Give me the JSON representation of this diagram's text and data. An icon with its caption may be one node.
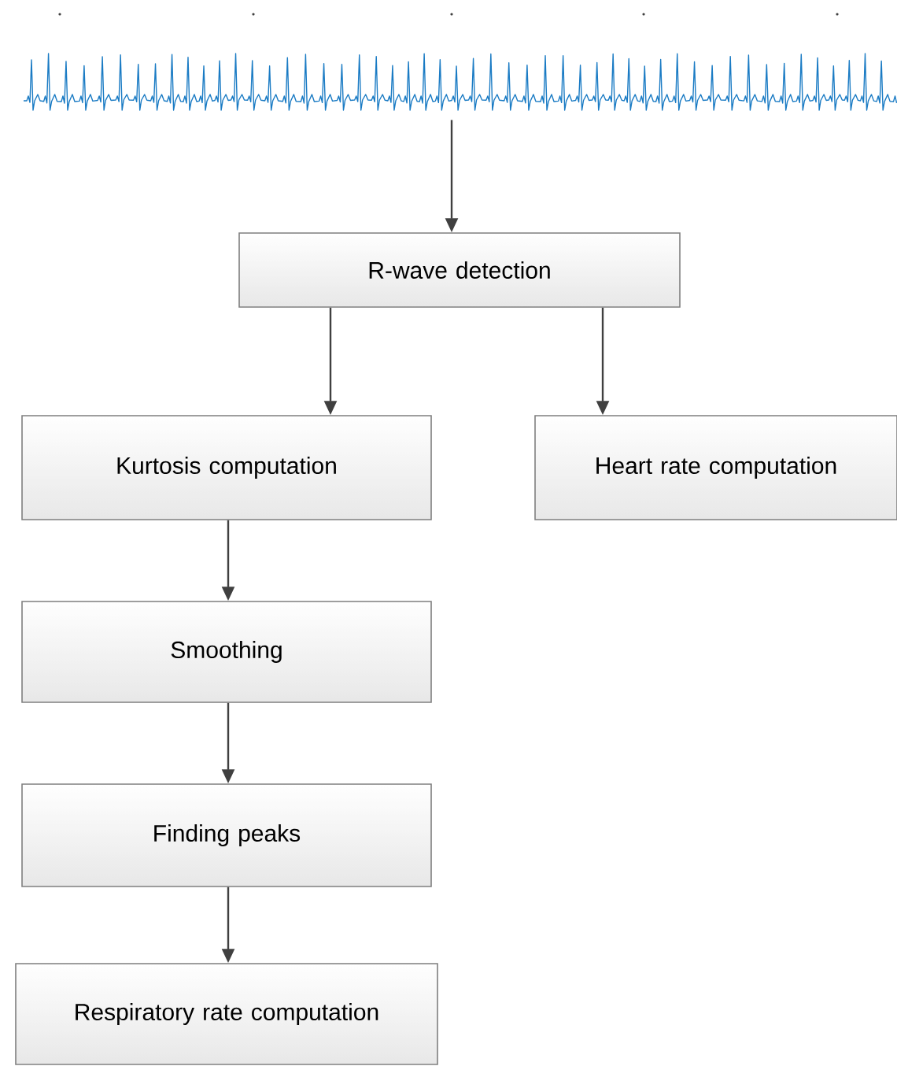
{
  "diagram": {
    "nodes": [
      {
        "text": [],
        "shape": "picture"
      },
      {
        "text": [
          "R-wave detection"
        ]
      },
      {
        "text": [
          "Kurtosis computation"
        ]
      },
      {
        "text": [
          "Heart rate computation"
        ]
      },
      {
        "text": [
          "Smoothing"
        ]
      },
      {
        "text": [
          "Finding peaks"
        ]
      },
      {
        "text": [
          "Respiratory rate computation"
        ]
      }
    ],
    "edges": [
      {
        "from": 0,
        "to": 1,
        "arrow": "to"
      },
      {
        "from": 1,
        "to": 2,
        "arrow": "to"
      },
      {
        "from": 1,
        "to": 3,
        "arrow": "to"
      },
      {
        "from": 2,
        "to": 4,
        "arrow": "to"
      },
      {
        "from": 4,
        "to": 5,
        "arrow": "to"
      },
      {
        "from": 5,
        "to": 6,
        "arrow": "to"
      }
    ]
  }
}
